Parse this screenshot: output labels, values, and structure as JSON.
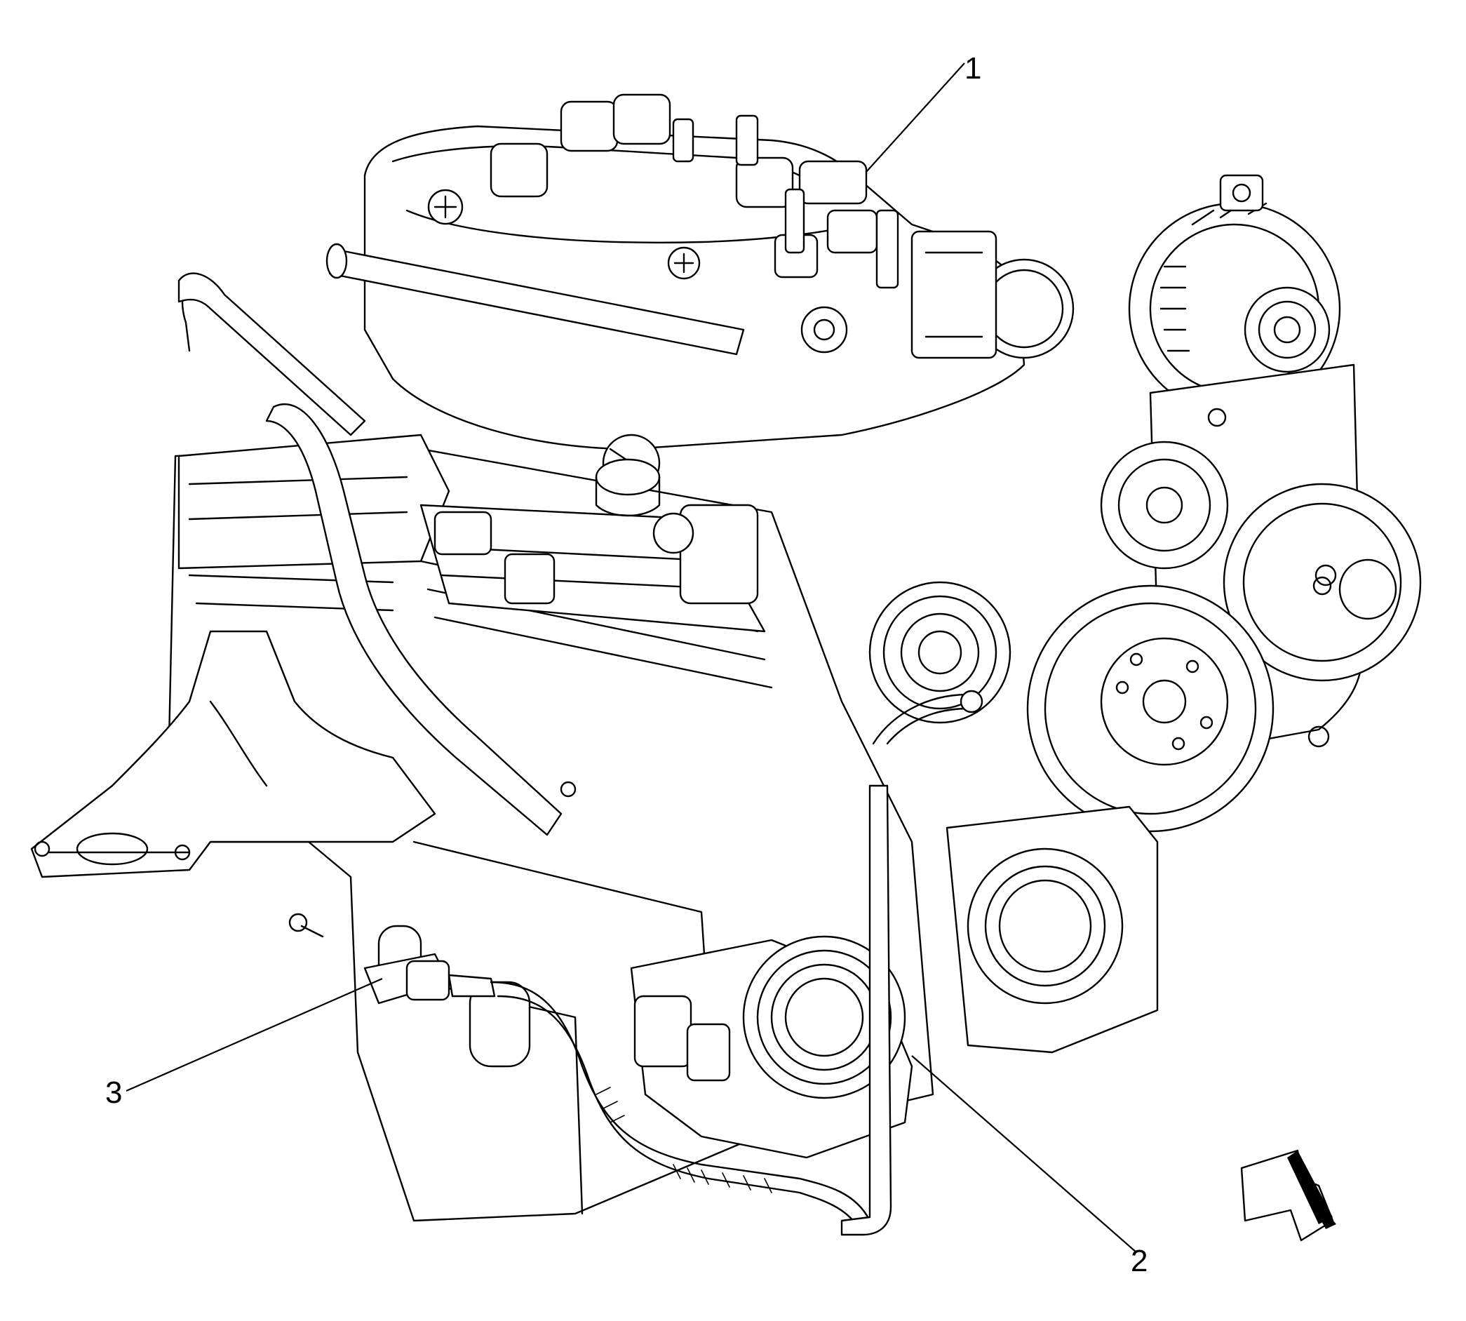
{
  "diagram": {
    "callouts": [
      {
        "id": "1",
        "label": "1"
      },
      {
        "id": "2",
        "label": "2"
      },
      {
        "id": "3",
        "label": "3"
      }
    ],
    "icons": {
      "view_arrow": "view-direction-arrow-icon"
    },
    "colors": {
      "line": "#000000",
      "background": "#ffffff"
    }
  }
}
